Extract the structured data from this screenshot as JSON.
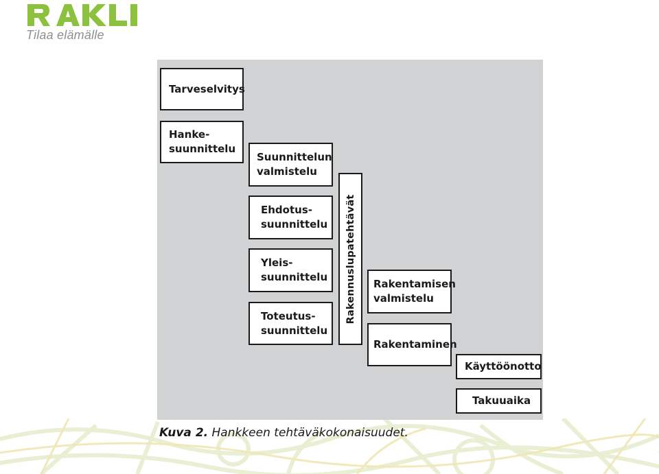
{
  "logo": {
    "name": "RAKLI",
    "tagline": "Tilaa elämälle",
    "brand_color": "#8bc13f"
  },
  "diagram": {
    "boxes": {
      "tarveselvitys": "Tarveselvitys",
      "hankesuunnittelu": "Hanke-\nsuunnittelu",
      "suunnittelun_valmistelu": "Suunnittelun\nvalmistelu",
      "ehdotussuunnittelu": "Ehdotus-\nsuunnittelu",
      "yleissuunnittelu": "Yleis-\nsuunnittelu",
      "toteutussuunnittelu": "Toteutus-\nsuunnittelu",
      "rakennuslupatehtavat": "Rakennuslupatehtävät",
      "rakentamisen_valmistelu": "Rakentamisen\nvalmistelu",
      "rakentaminen": "Rakentaminen",
      "kayttoonotto": "Käyttöönotto",
      "takuuaika": "Takuuaika"
    },
    "caption_label": "Kuva 2.",
    "caption_text": " Hankkeen tehtäväkokonaisuudet."
  }
}
